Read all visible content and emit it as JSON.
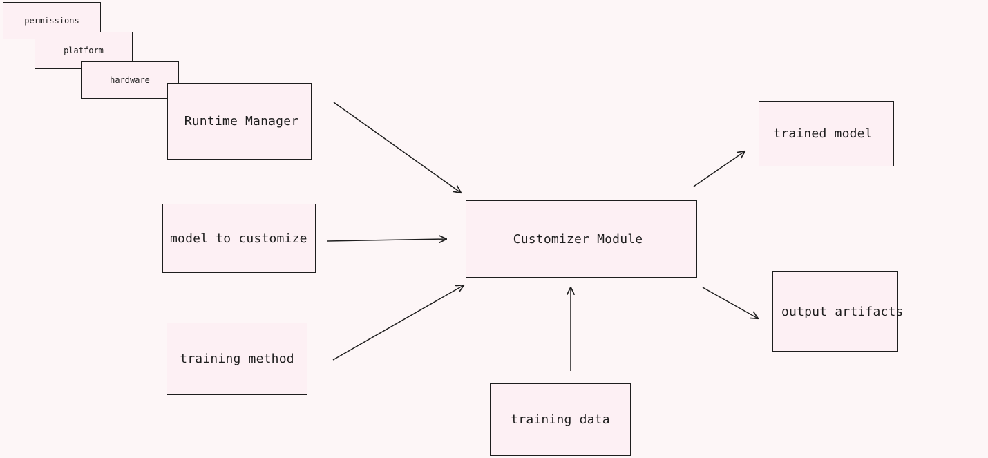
{
  "config_stack": {
    "permissions": "permissions",
    "platform": "platform",
    "hardware": "hardware"
  },
  "inputs": {
    "runtime_manager": "Runtime Manager",
    "model_to_customize": "model to customize",
    "training_method": "training method",
    "training_data": "training data"
  },
  "core": {
    "customizer_module": "Customizer Module"
  },
  "outputs": {
    "trained_model": "trained model",
    "output_artifacts": "output artifacts"
  },
  "colors": {
    "background": "#fdf6f7",
    "box_fill": "#fdf0f4",
    "stroke": "#1e1e1e"
  }
}
